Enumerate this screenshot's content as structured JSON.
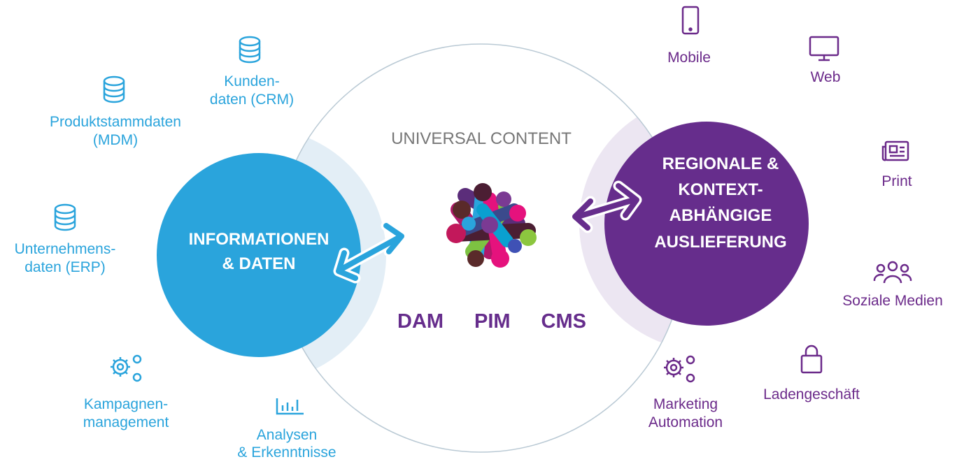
{
  "colors": {
    "blue": "#2aa4dc",
    "purple": "#6b2a8a",
    "ring": "#cfd8dc",
    "lens_left": "#e3eef6",
    "lens_right": "#ece6f2"
  },
  "center": {
    "title": "UNIVERSAL CONTENT",
    "labels": [
      "DAM",
      "PIM",
      "CMS"
    ]
  },
  "left_circle": {
    "line1": "INFORMATIONEN",
    "line2": "& DATEN"
  },
  "right_circle": {
    "line1": "REGIONALE &",
    "line2": "KONTEXT-",
    "line3": "ABHÄNGIGE",
    "line4": "AUSLIEFERUNG"
  },
  "sources": {
    "kunden": {
      "line1": "Kunden-",
      "line2": "daten (CRM)",
      "icon": "database-icon"
    },
    "produkt": {
      "line1": "Produktstammdaten",
      "line2": "(MDM)",
      "icon": "database-icon"
    },
    "unternehmen": {
      "line1": "Unternehmens-",
      "line2": "daten (ERP)",
      "icon": "database-icon"
    },
    "kampagnen": {
      "line1": "Kampagnen-",
      "line2": "management",
      "icon": "gears-icon"
    },
    "analysen": {
      "line1": "Analysen",
      "line2": "& Erkenntnisse",
      "icon": "bar-chart-icon"
    }
  },
  "channels": {
    "mobile": {
      "label": "Mobile",
      "icon": "smartphone-icon"
    },
    "web": {
      "label": "Web",
      "icon": "monitor-icon"
    },
    "print": {
      "label": "Print",
      "icon": "newspaper-icon"
    },
    "social": {
      "label": "Soziale Medien",
      "icon": "people-icon"
    },
    "laden": {
      "label": "Ladengeschäft",
      "icon": "shopping-bag-icon"
    },
    "marketing": {
      "line1": "Marketing",
      "line2": "Automation",
      "icon": "gears-icon"
    }
  }
}
